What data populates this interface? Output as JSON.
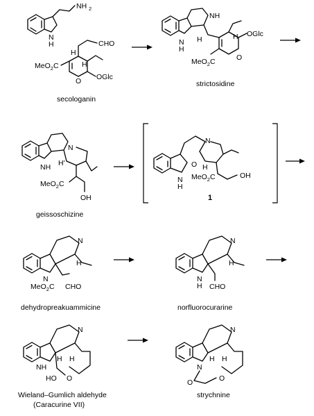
{
  "compounds": {
    "tryptamine": {
      "label": ""
    },
    "secologanin": {
      "label": "secologanin"
    },
    "strictosidine": {
      "label": "strictosidine"
    },
    "geissoschizine": {
      "label": "geissoschizine"
    },
    "intermediate": {
      "label": "1"
    },
    "dehydropreakuammicine": {
      "label": "dehydropreakuammicine"
    },
    "norfluorocurarine": {
      "label": "norfluorocurarine"
    },
    "wieland": {
      "label": "Wieland–Gumlich aldehyde",
      "sublabel": "(Caracurine VII)"
    },
    "strychnine": {
      "label": "strychnine"
    }
  },
  "atoms": {
    "nh2": "NH",
    "nh2_sub": "2",
    "n_h": "N",
    "h": "H",
    "cho": "CHO",
    "meo2c": "MeO",
    "meo2c_sub": "2",
    "meo2c_tail": "C",
    "oglc": "OGlc",
    "o": "O",
    "nh": "NH",
    "n": "N",
    "oh": "OH",
    "ho": "HO",
    "h_prime": "H'"
  }
}
